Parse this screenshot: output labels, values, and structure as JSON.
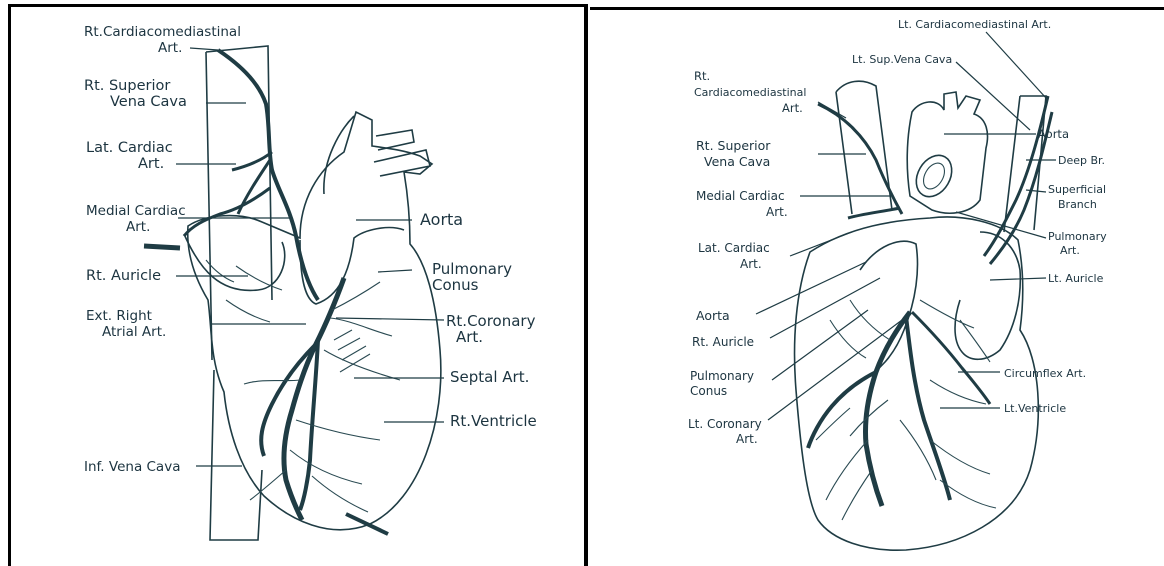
{
  "colors": {
    "ink": "#1c3440",
    "border": "#000000",
    "background": "#ffffff"
  },
  "left": {
    "labels": {
      "rt_cardiaco_1": "Rt.Cardiacomediastinal",
      "rt_cardiaco_2": "Art.",
      "rt_svc_1": "Rt. Superior",
      "rt_svc_2": "Vena Cava",
      "lat_cardiac_1": "Lat. Cardiac",
      "lat_cardiac_2": "Art.",
      "medial_cardiac_1": "Medial Cardiac",
      "medial_cardiac_2": "Art.",
      "rt_auricle": "Rt. Auricle",
      "ext_right_1": "Ext. Right",
      "ext_right_2": "Atrial Art.",
      "inf_vena_cava": "Inf. Vena Cava",
      "aorta": "Aorta",
      "pulmonary_1": "Pulmonary",
      "pulmonary_2": "Conus",
      "rt_coronary_1": "Rt.Coronary",
      "rt_coronary_2": "Art.",
      "septal_art": "Septal Art.",
      "rt_ventricle": "Rt.Ventricle"
    }
  },
  "right": {
    "labels": {
      "lt_cardiaco": "Lt. Cardiacomediastinal Art.",
      "lt_sup_vc": "Lt. Sup.Vena Cava",
      "rt_1": "Rt.",
      "rt_2": "Cardiacomediastinal",
      "rt_3": "Art.",
      "rt_svc_1": "Rt. Superior",
      "rt_svc_2": "Vena Cava",
      "medial_cardiac_1": "Medial Cardiac",
      "medial_cardiac_2": "Art.",
      "lat_cardiac_1": "Lat. Cardiac",
      "lat_cardiac_2": "Art.",
      "aorta_left": "Aorta",
      "rt_auricle": "Rt. Auricle",
      "pulmonary_1": "Pulmonary",
      "pulmonary_2": "Conus",
      "lt_coronary_1": "Lt. Coronary",
      "lt_coronary_2": "Art.",
      "aorta_right": "Aorta",
      "deep_br": "Deep Br.",
      "superficial_1": "Superficial",
      "superficial_2": "Branch",
      "pulmonary_art_1": "Pulmonary",
      "pulmonary_art_2": "Art.",
      "lt_auricle": "Lt. Auricle",
      "circumflex": "Circumflex Art.",
      "lt_ventricle": "Lt.Ventricle"
    }
  }
}
